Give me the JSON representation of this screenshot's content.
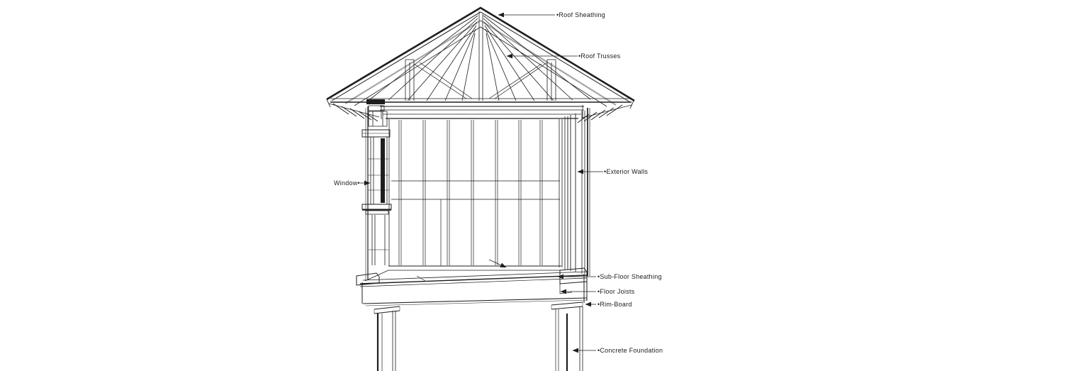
{
  "colors": {
    "ink": "#1e1e1e",
    "muted": "#a6a6a6",
    "label": "#1b1b1b",
    "bg": "#ffffff"
  },
  "labels": {
    "roof_sheathing": "•Roof Sheathing",
    "roof_trusses": "•Roof Trusses",
    "exterior_walls": "•Exterior Walls",
    "window": "Window•",
    "sub_floor_sheathing": "•Sub-Floor Sheathing",
    "floor_joists": "•Floor Joists",
    "rim_board": "•Rim-Board",
    "concrete_foundation": "•Concrete Foundation"
  }
}
